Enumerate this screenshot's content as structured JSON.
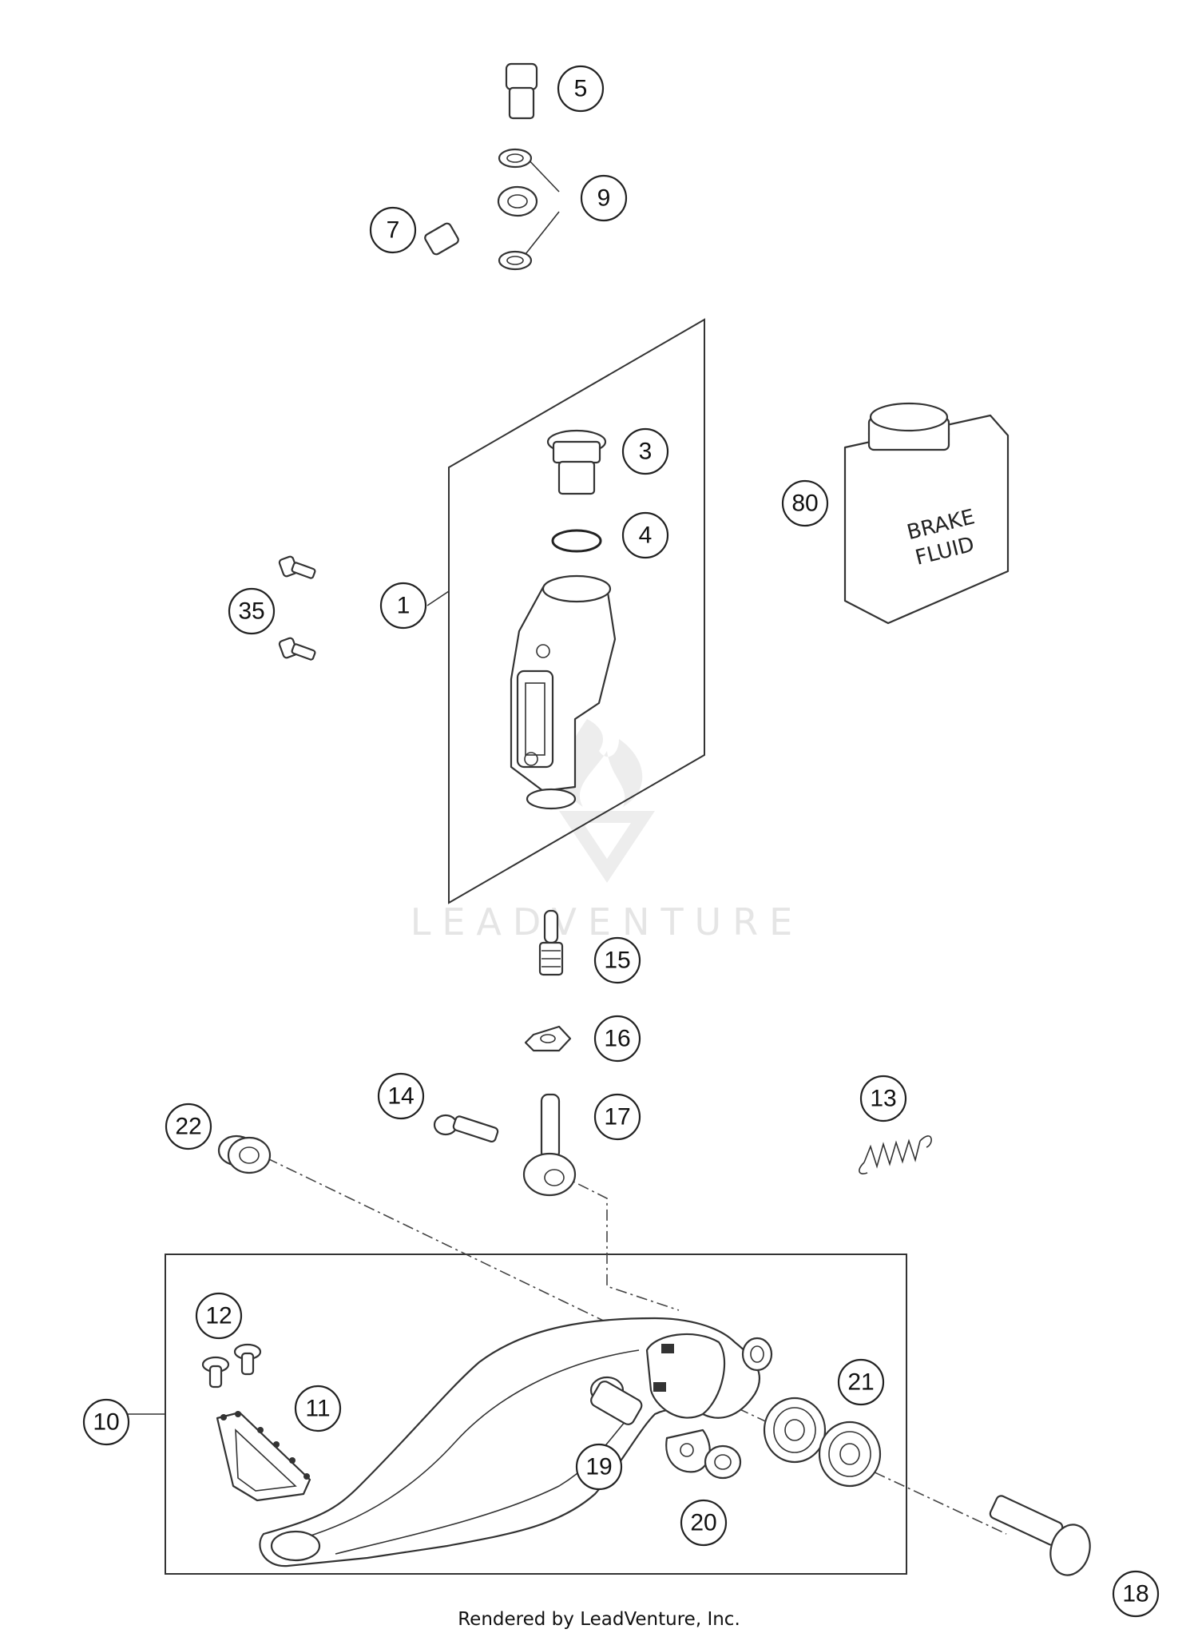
{
  "callouts": [
    {
      "id": "1",
      "label": "1"
    },
    {
      "id": "3",
      "label": "3"
    },
    {
      "id": "4",
      "label": "4"
    },
    {
      "id": "5",
      "label": "5"
    },
    {
      "id": "7",
      "label": "7"
    },
    {
      "id": "9",
      "label": "9"
    },
    {
      "id": "10",
      "label": "10"
    },
    {
      "id": "11",
      "label": "11"
    },
    {
      "id": "12",
      "label": "12"
    },
    {
      "id": "13",
      "label": "13"
    },
    {
      "id": "14",
      "label": "14"
    },
    {
      "id": "15",
      "label": "15"
    },
    {
      "id": "16",
      "label": "16"
    },
    {
      "id": "17",
      "label": "17"
    },
    {
      "id": "18",
      "label": "18"
    },
    {
      "id": "19",
      "label": "19"
    },
    {
      "id": "20",
      "label": "20"
    },
    {
      "id": "21",
      "label": "21"
    },
    {
      "id": "22",
      "label": "22"
    },
    {
      "id": "35",
      "label": "35"
    },
    {
      "id": "80",
      "label": "80"
    }
  ],
  "can_label": {
    "line1": "BRAKE",
    "line2": "FLUID"
  },
  "watermark": "LEADVENTURE",
  "footer": "Rendered by LeadVenture, Inc."
}
